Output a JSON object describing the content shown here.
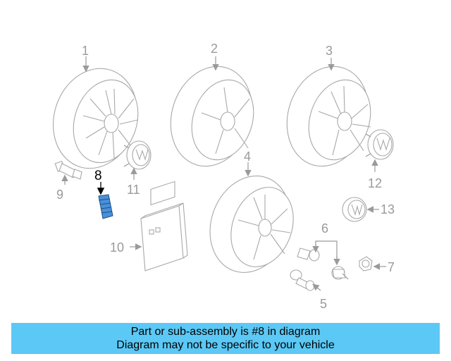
{
  "labels": {
    "p1": "1",
    "p2": "2",
    "p3": "3",
    "p4": "4",
    "p5": "5",
    "p6": "6",
    "p7": "7",
    "p8": "8",
    "p9": "9",
    "p10": "10",
    "p11": "11",
    "p12": "12",
    "p13": "13"
  },
  "highlight_color": "#4a90d9",
  "caption": {
    "line1": "Part or sub-assembly is #8 in diagram",
    "line2": "Diagram may not be specific to your vehicle"
  }
}
